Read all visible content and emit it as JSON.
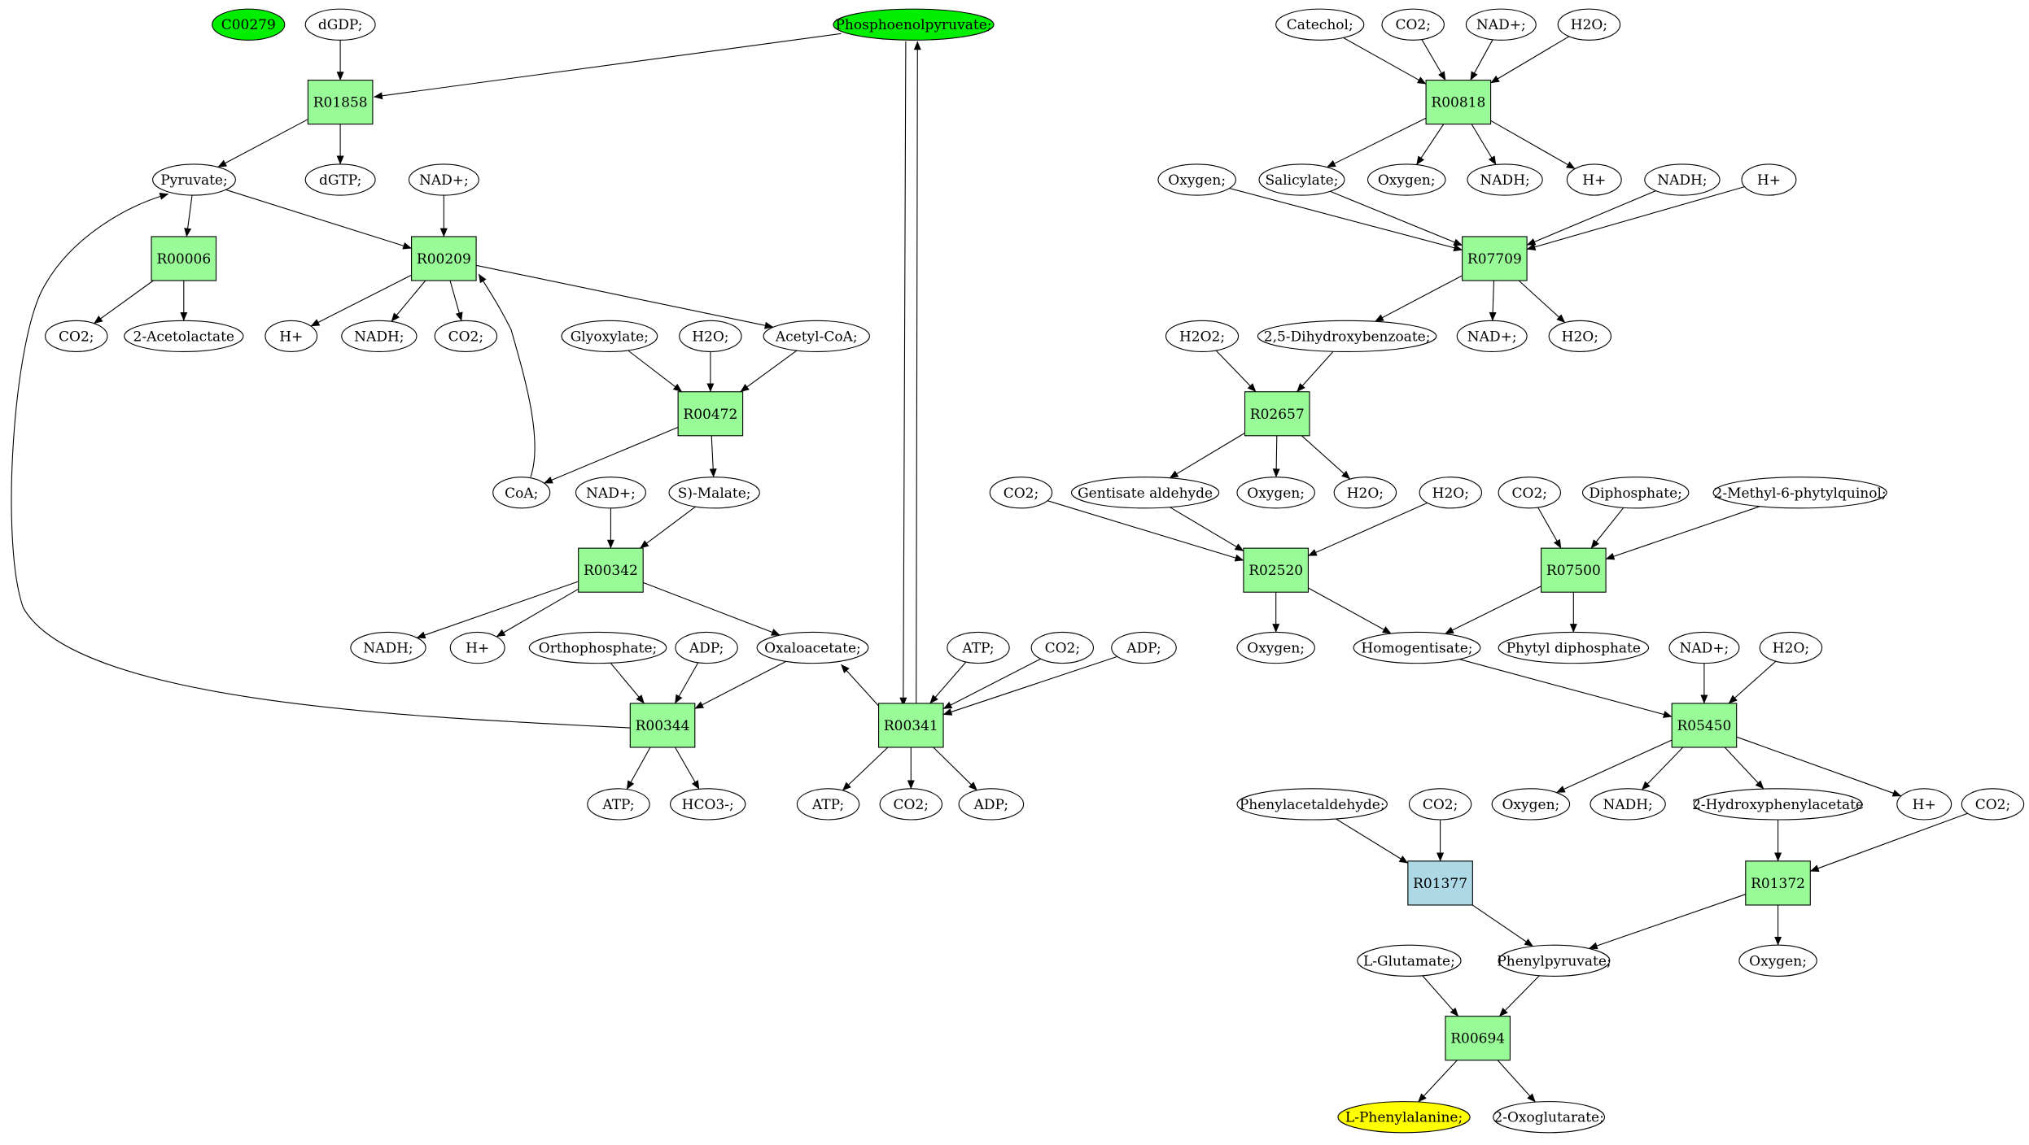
{
  "colors": {
    "compound_default": "#ffffff",
    "compound_source": "#00ee00",
    "compound_target": "#ffff00",
    "reaction_default": "#98fb98",
    "reaction_alt": "#add8e6",
    "line": "#000000"
  },
  "nodes": {
    "C00279": {
      "label": "C00279",
      "kind": "compound",
      "fill": "source"
    },
    "dGDP": {
      "label": "dGDP;",
      "kind": "compound"
    },
    "PEP": {
      "label": "Phosphoenolpyruvate;",
      "kind": "compound",
      "fill": "source"
    },
    "R01858": {
      "label": "R01858",
      "kind": "reaction"
    },
    "Pyruvate": {
      "label": "Pyruvate;",
      "kind": "compound"
    },
    "dGTP": {
      "label": "dGTP;",
      "kind": "compound"
    },
    "NADp_1": {
      "label": "NAD+;",
      "kind": "compound"
    },
    "R00006": {
      "label": "R00006",
      "kind": "reaction"
    },
    "R00209": {
      "label": "R00209",
      "kind": "reaction"
    },
    "CO2_1": {
      "label": "CO2;",
      "kind": "compound"
    },
    "Acetolactate": {
      "label": "2-Acetolactate",
      "kind": "compound"
    },
    "Hp_1": {
      "label": "H+",
      "kind": "compound"
    },
    "NADH_1": {
      "label": "NADH;",
      "kind": "compound"
    },
    "CO2_2": {
      "label": "CO2;",
      "kind": "compound"
    },
    "Glyoxylate": {
      "label": "Glyoxylate;",
      "kind": "compound"
    },
    "H2O_1": {
      "label": "H2O;",
      "kind": "compound"
    },
    "AcetylCoA": {
      "label": "Acetyl-CoA;",
      "kind": "compound"
    },
    "R00472": {
      "label": "R00472",
      "kind": "reaction"
    },
    "CoA": {
      "label": "CoA;",
      "kind": "compound"
    },
    "NADp_2": {
      "label": "NAD+;",
      "kind": "compound"
    },
    "SMalate": {
      "label": "S)-Malate;",
      "kind": "compound"
    },
    "R00342": {
      "label": "R00342",
      "kind": "reaction"
    },
    "NADH_2": {
      "label": "NADH;",
      "kind": "compound"
    },
    "Hp_2": {
      "label": "H+",
      "kind": "compound"
    },
    "Orthophosphate": {
      "label": "Orthophosphate;",
      "kind": "compound"
    },
    "ADP_1": {
      "label": "ADP;",
      "kind": "compound"
    },
    "Oxaloacetate": {
      "label": "Oxaloacetate;",
      "kind": "compound"
    },
    "ATP_1": {
      "label": "ATP;",
      "kind": "compound"
    },
    "CO2_3": {
      "label": "CO2;",
      "kind": "compound"
    },
    "ADP_2": {
      "label": "ADP;",
      "kind": "compound"
    },
    "R00344": {
      "label": "R00344",
      "kind": "reaction"
    },
    "R00341": {
      "label": "R00341",
      "kind": "reaction"
    },
    "ATP_2": {
      "label": "ATP;",
      "kind": "compound"
    },
    "HCO3": {
      "label": "HCO3-;",
      "kind": "compound"
    },
    "ATP_3": {
      "label": "ATP;",
      "kind": "compound"
    },
    "CO2_4": {
      "label": "CO2;",
      "kind": "compound"
    },
    "ADP_3": {
      "label": "ADP;",
      "kind": "compound"
    },
    "Catechol": {
      "label": "Catechol;",
      "kind": "compound"
    },
    "CO2_5": {
      "label": "CO2;",
      "kind": "compound"
    },
    "NADp_3": {
      "label": "NAD+;",
      "kind": "compound"
    },
    "H2O_2": {
      "label": "H2O;",
      "kind": "compound"
    },
    "R00818": {
      "label": "R00818",
      "kind": "reaction"
    },
    "Oxygen_1": {
      "label": "Oxygen;",
      "kind": "compound"
    },
    "Salicylate": {
      "label": "Salicylate;",
      "kind": "compound"
    },
    "Oxygen_2": {
      "label": "Oxygen;",
      "kind": "compound"
    },
    "NADH_3": {
      "label": "NADH;",
      "kind": "compound"
    },
    "Hp_3": {
      "label": "H+",
      "kind": "compound"
    },
    "NADH_4": {
      "label": "NADH;",
      "kind": "compound"
    },
    "Hp_4": {
      "label": "H+",
      "kind": "compound"
    },
    "R07709": {
      "label": "R07709",
      "kind": "reaction"
    },
    "H2O2": {
      "label": "H2O2;",
      "kind": "compound"
    },
    "DHB": {
      "label": "2,5-Dihydroxybenzoate;",
      "kind": "compound"
    },
    "NADp_4": {
      "label": "NAD+;",
      "kind": "compound"
    },
    "H2O_3": {
      "label": "H2O;",
      "kind": "compound"
    },
    "R02657": {
      "label": "R02657",
      "kind": "reaction"
    },
    "CO2_6": {
      "label": "CO2;",
      "kind": "compound"
    },
    "GentAld": {
      "label": "Gentisate aldehyde",
      "kind": "compound"
    },
    "Oxygen_3": {
      "label": "Oxygen;",
      "kind": "compound"
    },
    "H2O_4": {
      "label": "H2O;",
      "kind": "compound"
    },
    "H2O_5": {
      "label": "H2O;",
      "kind": "compound"
    },
    "CO2_7": {
      "label": "CO2;",
      "kind": "compound"
    },
    "Diphosphate": {
      "label": "Diphosphate;",
      "kind": "compound"
    },
    "MPQ": {
      "label": "2-Methyl-6-phytylquinol;",
      "kind": "compound"
    },
    "R02520": {
      "label": "R02520",
      "kind": "reaction"
    },
    "R07500": {
      "label": "R07500",
      "kind": "reaction"
    },
    "Oxygen_4": {
      "label": "Oxygen;",
      "kind": "compound"
    },
    "Homogentisate": {
      "label": "Homogentisate;",
      "kind": "compound"
    },
    "PhytylPP": {
      "label": "Phytyl diphosphate",
      "kind": "compound"
    },
    "NADp_5": {
      "label": "NAD+;",
      "kind": "compound"
    },
    "H2O_6": {
      "label": "H2O;",
      "kind": "compound"
    },
    "R05450": {
      "label": "R05450",
      "kind": "reaction"
    },
    "Oxygen_5": {
      "label": "Oxygen;",
      "kind": "compound"
    },
    "NADH_5": {
      "label": "NADH;",
      "kind": "compound"
    },
    "HPA": {
      "label": "2-Hydroxyphenylacetate",
      "kind": "compound"
    },
    "Hp_5": {
      "label": "H+",
      "kind": "compound"
    },
    "PhenylAld": {
      "label": "Phenylacetaldehyde;",
      "kind": "compound"
    },
    "CO2_8": {
      "label": "CO2;",
      "kind": "compound"
    },
    "CO2_9": {
      "label": "CO2;",
      "kind": "compound"
    },
    "R01377": {
      "label": "R01377",
      "kind": "reaction",
      "fill": "reaction_alt"
    },
    "R01372": {
      "label": "R01372",
      "kind": "reaction"
    },
    "LGlutamate": {
      "label": "L-Glutamate;",
      "kind": "compound"
    },
    "Phenylpyruvate": {
      "label": "Phenylpyruvate;",
      "kind": "compound"
    },
    "Oxygen_6": {
      "label": "Oxygen;",
      "kind": "compound"
    },
    "R00694": {
      "label": "R00694",
      "kind": "reaction"
    },
    "LPhe": {
      "label": "L-Phenylalanine;",
      "kind": "compound",
      "fill": "target"
    },
    "Oxoglutarate": {
      "label": "2-Oxoglutarate;",
      "kind": "compound"
    }
  },
  "edges": [
    [
      "dGDP",
      "R01858"
    ],
    [
      "PEP",
      "R01858"
    ],
    [
      "R01858",
      "Pyruvate"
    ],
    [
      "R01858",
      "dGTP"
    ],
    [
      "Pyruvate",
      "R00006"
    ],
    [
      "Pyruvate",
      "R00209"
    ],
    [
      "NADp_1",
      "R00209"
    ],
    [
      "CoA",
      "R00209"
    ],
    [
      "R00006",
      "CO2_1"
    ],
    [
      "R00006",
      "Acetolactate"
    ],
    [
      "R00209",
      "Hp_1"
    ],
    [
      "R00209",
      "NADH_1"
    ],
    [
      "R00209",
      "CO2_2"
    ],
    [
      "R00209",
      "AcetylCoA"
    ],
    [
      "Glyoxylate",
      "R00472"
    ],
    [
      "H2O_1",
      "R00472"
    ],
    [
      "AcetylCoA",
      "R00472"
    ],
    [
      "R00472",
      "CoA"
    ],
    [
      "R00472",
      "SMalate"
    ],
    [
      "NADp_2",
      "R00342"
    ],
    [
      "SMalate",
      "R00342"
    ],
    [
      "R00342",
      "NADH_2"
    ],
    [
      "R00342",
      "Hp_2"
    ],
    [
      "R00342",
      "Oxaloacetate"
    ],
    [
      "Orthophosphate",
      "R00344"
    ],
    [
      "ADP_1",
      "R00344"
    ],
    [
      "Oxaloacetate",
      "R00344"
    ],
    [
      "R00344",
      "ATP_2"
    ],
    [
      "R00344",
      "HCO3"
    ],
    [
      "R00344",
      "Pyruvate"
    ],
    [
      "PEP",
      "R00341"
    ],
    [
      "ATP_1",
      "R00341"
    ],
    [
      "CO2_3",
      "R00341"
    ],
    [
      "ADP_2",
      "R00341"
    ],
    [
      "R00341",
      "Oxaloacetate"
    ],
    [
      "R00341",
      "PEP"
    ],
    [
      "R00341",
      "ATP_3"
    ],
    [
      "R00341",
      "CO2_4"
    ],
    [
      "R00341",
      "ADP_3"
    ],
    [
      "Catechol",
      "R00818"
    ],
    [
      "CO2_5",
      "R00818"
    ],
    [
      "NADp_3",
      "R00818"
    ],
    [
      "H2O_2",
      "R00818"
    ],
    [
      "R00818",
      "Salicylate"
    ],
    [
      "R00818",
      "Oxygen_2"
    ],
    [
      "R00818",
      "NADH_3"
    ],
    [
      "R00818",
      "Hp_3"
    ],
    [
      "Oxygen_1",
      "R07709"
    ],
    [
      "Salicylate",
      "R07709"
    ],
    [
      "NADH_4",
      "R07709"
    ],
    [
      "Hp_4",
      "R07709"
    ],
    [
      "R07709",
      "DHB"
    ],
    [
      "R07709",
      "NADp_4"
    ],
    [
      "R07709",
      "H2O_3"
    ],
    [
      "H2O2",
      "R02657"
    ],
    [
      "DHB",
      "R02657"
    ],
    [
      "R02657",
      "GentAld"
    ],
    [
      "R02657",
      "Oxygen_3"
    ],
    [
      "R02657",
      "H2O_4"
    ],
    [
      "CO2_6",
      "R02520"
    ],
    [
      "GentAld",
      "R02520"
    ],
    [
      "H2O_5",
      "R02520"
    ],
    [
      "R02520",
      "Oxygen_4"
    ],
    [
      "R02520",
      "Homogentisate"
    ],
    [
      "CO2_7",
      "R07500"
    ],
    [
      "Diphosphate",
      "R07500"
    ],
    [
      "MPQ",
      "R07500"
    ],
    [
      "R07500",
      "Homogentisate"
    ],
    [
      "R07500",
      "PhytylPP"
    ],
    [
      "Homogentisate",
      "R05450"
    ],
    [
      "NADp_5",
      "R05450"
    ],
    [
      "H2O_6",
      "R05450"
    ],
    [
      "R05450",
      "Oxygen_5"
    ],
    [
      "R05450",
      "NADH_5"
    ],
    [
      "R05450",
      "HPA"
    ],
    [
      "R05450",
      "Hp_5"
    ],
    [
      "PhenylAld",
      "R01377"
    ],
    [
      "CO2_8",
      "R01377"
    ],
    [
      "R01377",
      "Phenylpyruvate"
    ],
    [
      "HPA",
      "R01372"
    ],
    [
      "CO2_9",
      "R01372"
    ],
    [
      "R01372",
      "Phenylpyruvate"
    ],
    [
      "R01372",
      "Oxygen_6"
    ],
    [
      "LGlutamate",
      "R00694"
    ],
    [
      "Phenylpyruvate",
      "R00694"
    ],
    [
      "R00694",
      "LPhe"
    ],
    [
      "R00694",
      "Oxoglutarate"
    ]
  ]
}
